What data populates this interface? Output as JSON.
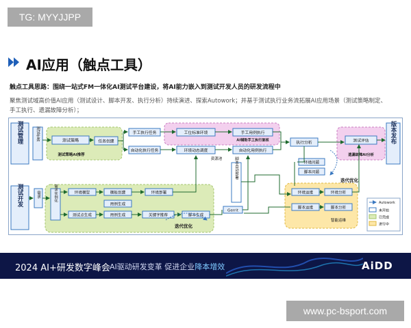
{
  "watermark_top": "TG: MYYJJPP",
  "page_title": "AI应用（触点工具）",
  "subtitle": "触点工具思路：围绕一站式FM一体化AI测试平台建设，将AI能力嵌入到测试开发人员的研发流程中",
  "desc_line1": "聚焦测试域高价值AI应用（测试设计、脚本开发、执行分析）持续演进、探索Autowork；并基于测试执行业务流拓展AI应用场景（测试策略制定、",
  "desc_line2": "手工执行、遗漏故障分析）；",
  "diagram": {
    "left_management": "测试管理",
    "left_dev": "测试开发",
    "test_task": "测试任务",
    "test_strategy": "测试策略",
    "strategy_ai": "测试策略AI推荐",
    "task_create": "任务创建",
    "manual_exec_task": "手工执行任务",
    "auto_exec_task": "自动化执行任务",
    "station_env": "工位标准环境",
    "env_auto_schedule": "环境动态调度",
    "manual_exec": "手工用例执行",
    "ai_assist_manual": "AI辅助手工执行复核",
    "auto_case_exec": "自动化用例执行",
    "resource_pool": "资源池",
    "exec_analysis": "执行分析",
    "env_issue": "环境问题",
    "script_issue": "脚本问题",
    "test_eval": "测试评估",
    "missed_fault": "遗漏故障AI分析",
    "release": "版本发布",
    "script_auto_deploy": "脚本自动部署",
    "gerrit": "Gerrit",
    "iterative_opt": "迭代优化",
    "requirement": "需求",
    "req_instance": "需求实例化",
    "env_model": "环境模型",
    "model_create": "模板创建",
    "env_deploy": "环境部署",
    "case_gen": "用例生成",
    "test_point_gen": "测试点生成",
    "keyword_rec": "关键字推荐",
    "script_gen": "脚本生成",
    "env_ops": "环境运维",
    "env_analysis": "环境分析",
    "script_ops": "脚本运维",
    "script_analysis": "脚本分析",
    "smart_ops": "智能运维",
    "legend_autowork": "Autowork",
    "legend_not_started": "未开始",
    "legend_done": "已完成",
    "legend_in_progress": "进行中"
  },
  "banner": {
    "title": "2024 AI+研发数字峰会",
    "sub_a": "AI驱动研发变革  促进企业",
    "sub_b": "降本增效",
    "logo": "AiDD"
  },
  "watermark_bottom": "www.pc-bsport.com",
  "colors": {
    "green_region": "#dcebb8",
    "pink_region": "#f3d0ee",
    "yellow_region": "#fde7a8",
    "box_border": "#3a78c0",
    "box_fill": "#e4eefb",
    "flow_arrow": "#1e6a2e",
    "banner_bg": "#0d1646"
  }
}
